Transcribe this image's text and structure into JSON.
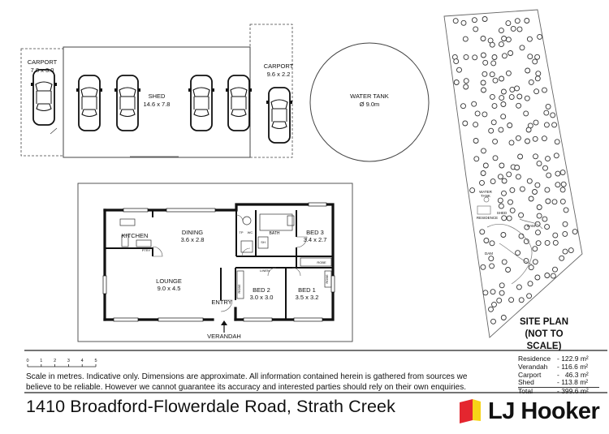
{
  "outbuildings": {
    "carport_left": {
      "name": "CARPORT",
      "dims": "7.8 x 3.0"
    },
    "shed": {
      "name": "SHED",
      "dims": "14.6 x 7.8"
    },
    "carport_right": {
      "name": "CARPORT",
      "dims": "9.6 x 2.2"
    },
    "water_tank": {
      "name": "WATER TANK",
      "dims": "Ø 9.0m"
    }
  },
  "rooms": {
    "kitchen": {
      "name": "KITCHEN"
    },
    "dining": {
      "name": "DINING",
      "dims": "3.6 x 2.8"
    },
    "bath": {
      "name": "BATH"
    },
    "bed3": {
      "name": "BED 3",
      "dims": "3.4 x 2.7"
    },
    "lounge": {
      "name": "LOUNGE",
      "dims": "9.0 x 4.5"
    },
    "bed2": {
      "name": "BED 2",
      "dims": "3.0 x 3.0"
    },
    "bed1": {
      "name": "BED 1",
      "dims": "3.5 x 3.2"
    },
    "entry": {
      "name": "ENTRY"
    },
    "verandah": {
      "name": "VERANDAH"
    },
    "small": {
      "tp": "TP",
      "wc": "WC",
      "linen": "LINEN",
      "robe": "ROBE",
      "pantry": "PTRY",
      "sh": "SH"
    }
  },
  "site_plan": {
    "title_line1": "SITE PLAN",
    "title_line2": "(NOT TO SCALE)",
    "labels": {
      "tank": "TANK",
      "water": "WATER",
      "residence": "RESIDENCE",
      "dam": "DAM",
      "shed": "SHED"
    }
  },
  "scale_bar": {
    "ticks": [
      "0",
      "1",
      "2",
      "3",
      "4",
      "5"
    ]
  },
  "disclaimer": {
    "line1": "Scale in metres. Indicative only. Dimensions are approximate. All information contained herein is gathered from sources we",
    "line2": "believe to be reliable. However we cannot guarantee  its accuracy and interested parties should rely on their own enquiries."
  },
  "areas": [
    {
      "label": "Residence",
      "value": "- 122.9 m²"
    },
    {
      "label": "Verandah",
      "value": "- 116.6 m²"
    },
    {
      "label": "Carport",
      "value": "-   46.3 m²"
    },
    {
      "label": "Shed",
      "value": "- 113.8 m²"
    },
    {
      "label": "Total",
      "value": "- 399.6 m²"
    }
  ],
  "address": "1410 Broadford-Flowerdale Road, Strath Creek",
  "brand": {
    "name": "LJ Hooker",
    "colors": {
      "red": "#e4262f",
      "yellow": "#f7d417",
      "dark": "#111111"
    }
  }
}
